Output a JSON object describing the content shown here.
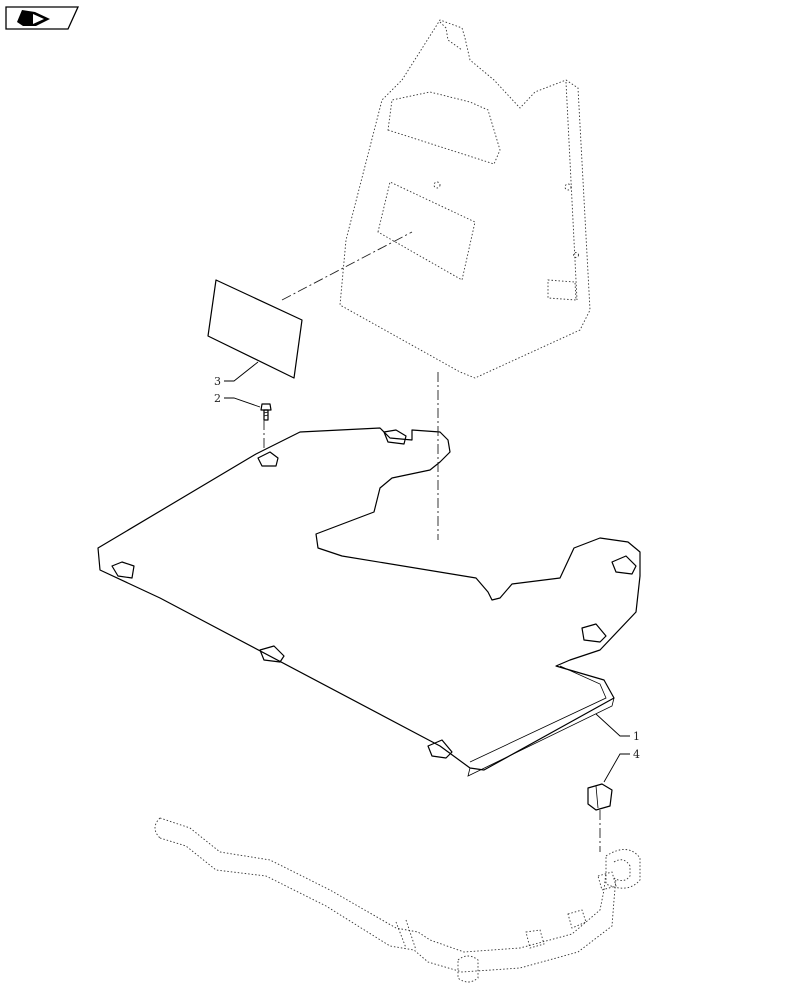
{
  "nav_icon": {
    "name": "arrow-in-box-icon"
  },
  "callouts": [
    {
      "id": "label-1",
      "text": "1"
    },
    {
      "id": "label-2",
      "text": "2"
    },
    {
      "id": "label-3",
      "text": "3"
    },
    {
      "id": "label-4",
      "text": "4"
    }
  ]
}
